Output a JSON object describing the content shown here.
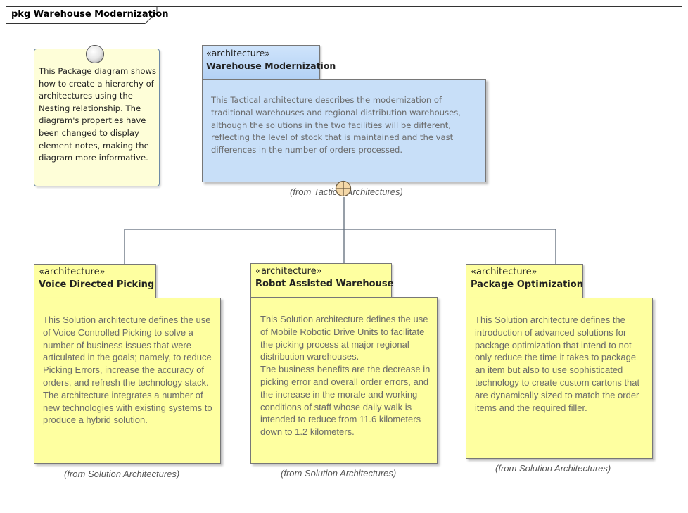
{
  "frame": {
    "title": "pkg Warehouse Modernization"
  },
  "note": {
    "text": "This Package diagram shows how to create a hierarchy of architectures using the Nesting relationship. The diagram's properties have been changed to display element notes, making the diagram more informative."
  },
  "parent": {
    "stereotype": "«architecture»",
    "name": "Warehouse Modernization",
    "notes": "This Tactical architecture describes the modernization of traditional warehouses and regional distribution warehouses, although the solutions in the two facilities will be different, reflecting the level of stock that is maintained and the vast differences in the number of orders processed.",
    "from": "(from Tactical Architectures)"
  },
  "children": [
    {
      "stereotype": "«architecture»",
      "name": "Voice Directed Picking",
      "notes": "This Solution architecture defines the use of Voice Controlled Picking to solve a number of business issues that were articulated in the goals; namely, to reduce Picking Errors, increase the accuracy of orders, and refresh the technology stack. The architecture integrates a number of new technologies with existing systems to produce a hybrid solution.",
      "from": "(from Solution Architectures)"
    },
    {
      "stereotype": "«architecture»",
      "name": "Robot Assisted Warehouse",
      "notes": "This Solution architecture defines the use of Mobile Robotic Drive Units to facilitate the picking process at major regional distribution warehouses.\nThe business benefits are the decrease in picking error and overall order errors, and the increase in the morale and working conditions of staff whose daily walk is intended to reduce from 11.6 kilometers down to 1.2 kilometers.",
      "from": "(from Solution Architectures)"
    },
    {
      "stereotype": "«architecture»",
      "name": "Package Optimization",
      "notes": "This Solution architecture defines the introduction of advanced solutions for package optimization that intend to not only reduce the time it takes to package an item but also to use sophisticated technology to create custom cartons that are dynamically sized to match the order items and the required filler.",
      "from": "(from Solution Architectures)"
    }
  ],
  "colors": {
    "parent_fill": "#c8dff8",
    "child_fill": "#feffa0",
    "note_fill": "#fefed8"
  }
}
